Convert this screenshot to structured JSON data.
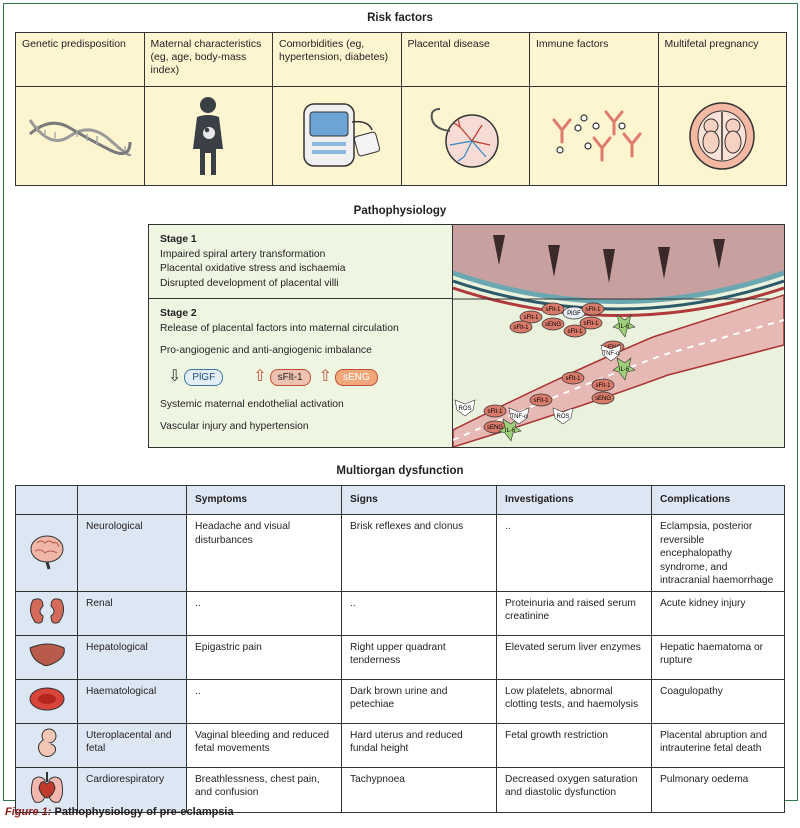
{
  "sections": {
    "risk_title": "Risk factors",
    "patho_title": "Pathophysiology",
    "multiorgan_title": "Multiorgan dysfunction"
  },
  "risk_factors": [
    {
      "label": "Genetic predisposition",
      "icon": "dna-icon"
    },
    {
      "label": "Maternal characteristics (eg, age, body-mass index)",
      "icon": "pregnant-woman-icon"
    },
    {
      "label": "Comorbidities (eg, hypertension, diabetes)",
      "icon": "glucose-meter-icon"
    },
    {
      "label": "Placental disease",
      "icon": "placenta-icon"
    },
    {
      "label": "Immune factors",
      "icon": "antibody-icon"
    },
    {
      "label": "Multifetal pregnancy",
      "icon": "twins-uterus-icon"
    }
  ],
  "stage1": {
    "title": "Stage 1",
    "lines": [
      "Impaired spiral artery transformation",
      "Placental oxidative stress and ischaemia",
      "Disrupted development of placental villi"
    ]
  },
  "stage2": {
    "title": "Stage 2",
    "release": "Release of placental factors into maternal circulation",
    "imbalance": "Pro-angiogenic and anti-angiogenic imbalance",
    "markers": {
      "plgf": "PlGF",
      "sflt": "sFlt-1",
      "seng": "sENG"
    },
    "activation": "Systemic maternal endothelial activation",
    "injury": "Vascular injury and  hypertension"
  },
  "illustration_labels": {
    "sflt": "sFlt-1",
    "seng": "sENG",
    "plgf": "PlGF",
    "il6": "IL-6",
    "tnf": "TNF-α",
    "ros": "ROS"
  },
  "table": {
    "headers": [
      "Symptoms",
      "Signs",
      "Investigations",
      "Complications"
    ],
    "rows": [
      {
        "organ": "Neurological",
        "icon": "brain-icon",
        "symptoms": "Headache and visual disturbances",
        "signs": "Brisk reflexes and clonus",
        "investigations": "..",
        "complications": "Eclampsia, posterior reversible encephalopathy syndrome, and  intracranial haemorrhage"
      },
      {
        "organ": "Renal",
        "icon": "kidneys-icon",
        "symptoms": "..",
        "signs": "..",
        "investigations": "Proteinuria and raised serum creatinine",
        "complications": "Acute kidney injury"
      },
      {
        "organ": "Hepatological",
        "icon": "liver-icon",
        "symptoms": "Epigastric pain",
        "signs": "Right upper quadrant tenderness",
        "investigations": "Elevated serum liver enzymes",
        "complications": "Hepatic haematoma or rupture"
      },
      {
        "organ": "Haematological",
        "icon": "red-blood-cell-icon",
        "symptoms": "..",
        "signs": "Dark brown urine and petechiae",
        "investigations": "Low platelets, abnormal clotting tests, and haemolysis",
        "complications": "Coagulopathy"
      },
      {
        "organ": "Uteroplacental and fetal",
        "icon": "fetus-icon",
        "symptoms": "Vaginal bleeding and reduced fetal movements",
        "signs": "Hard uterus and reduced fundal height",
        "investigations": "Fetal growth restriction",
        "complications": "Placental abruption and intrauterine fetal death"
      },
      {
        "organ": "Cardiorespiratory",
        "icon": "heart-lungs-icon",
        "symptoms": "Breathlessness, chest pain, and confusion",
        "signs": "Tachypnoea",
        "investigations": "Decreased oxygen saturation and diastolic dysfunction",
        "complications": "Pulmonary oedema"
      }
    ]
  },
  "caption": {
    "figure": "Figure 1:",
    "title": "Pathophysiology of pre-eclampsia"
  }
}
